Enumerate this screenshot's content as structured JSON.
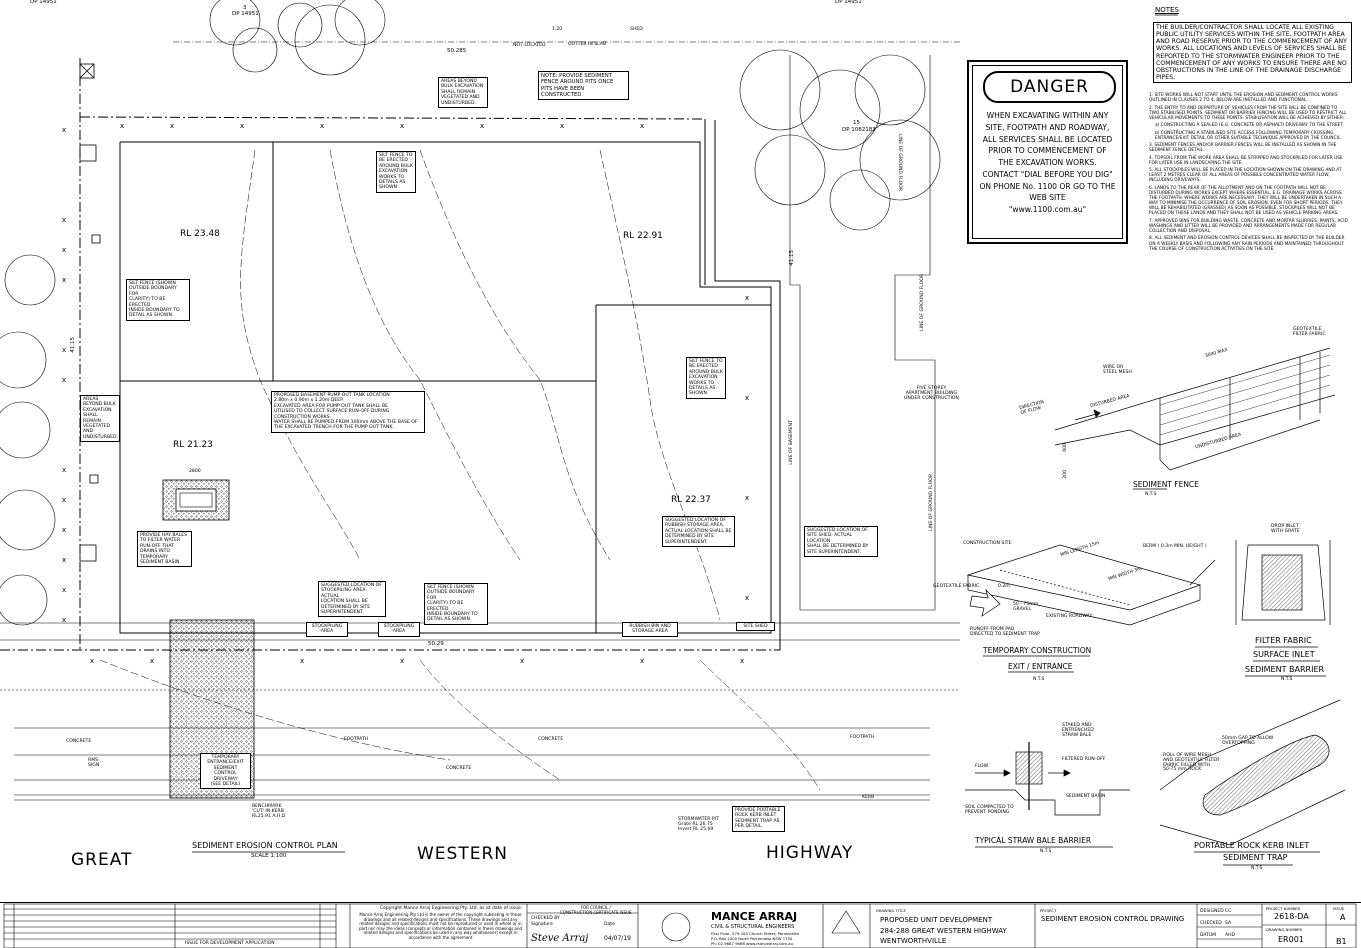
{
  "plan": {
    "title": "SEDIMENT EROSION CONTROL PLAN",
    "scale": "SCALE 1:100",
    "street": [
      "GREAT",
      "WESTERN",
      "HIGHWAY"
    ],
    "levels": [
      "RL 23.48",
      "RL 22.91",
      "RL 21.23",
      "RL 22.37"
    ],
    "dims": {
      "top": "50.285",
      "bottom": "50.29",
      "left": "41.15",
      "right": "41.15",
      "pit": "2800"
    },
    "lots": {
      "top_left": "DP 14951",
      "lot3": "3",
      "lot3_dp": "DP 14951",
      "top_right": "DP 14951",
      "lot15": "15",
      "lot15_dp": "DP 1082183"
    },
    "street_labels": {
      "concrete1": "CONCRETE",
      "footpath1": "FOOTPATH",
      "concrete2": "CONCRETE",
      "footpath2": "FOOTPATH",
      "concrete3": "CONCRETE",
      "kerb": "KERB",
      "rms_sign": "RMS\nSIGN",
      "gutter": "GUTTER IN SLAB",
      "not_located": "NOT LOCATED",
      "shed": "SHED",
      "pipe": "1.20"
    },
    "building": "FIVE STOREY\nAPARTMENT BUILDING\nUNDER CONSTRUCTION",
    "line_of_ground_floor": "LINE OF GROUND FLOOR",
    "line_of_basement": "LINE OF BASEMENT",
    "stormwater": "STORMWATER PIT\nGrate RL 26.75\nInvert RL 25.69",
    "benchmark": "BENCHMARK\n'CUT' IN KERB\nRL25.91 A.H.D",
    "notes": {
      "n1": "NOTE: PROVIDE SEDIMENT\nFENCE AROUND PITS ONCE\nPITS HAVE BEEN\nCONSTRUCTED.",
      "n2": "AREAS BEYOND\nBULK EXCAVATION\nSHALL REMAIN\nVEGETATED AND\nUNDISTURBED.",
      "n3": "SILT FENCE TO\nBE ERECTED\nAROUND BULK\nEXCAVATION\nWORKS TO\nDETAILS AS\nSHOWN",
      "n4": "SILT FENCE (SHOWN\nOUTSIDE BOUNDARY FOR\nCLARITY) TO BE ERECTED\nINSIDE BOUNDARY TO\nDETAIL AS SHOWN.",
      "n5": "AREAS\nBEYOND BULK\nEXCAVATION\nSHALL REMAIN\nVEGETATED\nAND\nUNDISTURBED.",
      "n6": "PROPOSED BASEMENT PUMP OUT TANK LOCATION\n2.80m x 0.90m x 1.20m DEEP.\nEXCAVATED AREA FOR PUMP OUT TANK SHALL BE\nUTILISED TO COLLECT SURFACE RUN-OFF DURING\nCONSTRUCTION WORKS.\nWATER SHALL BE PUMPED FROM 300mm ABOVE THE BASE OF\nTHE EXCAVATED TRENCH FOR THE PUMP OUT TANK.",
      "n7": "SILT FENCE TO\nBE ERECTED\nAROUND BULK\nEXCAVATION\nWORKS TO\nDETAILS AS\nSHOWN",
      "n8": "PROVIDE HAY BALES\nTO FILTER WATER\nRUN-OFF THAT\nDRAINS INTO\nTEMPORARY\nSEDIMENT BASIN",
      "n9": "SUGGESTED LOCATION OF\nRUBBISH STORAGE AREA.\nACTUAL LOCATION SHALL BE\nDETERMINED BY SITE\nSUPERINTENDENT.",
      "n10": "SUGGESTED LOCATION OF\nSITE SHED. ACTUAL LOCATION\nSHALL BE DETERMINED BY\nSITE SUPERINTENDENT.",
      "n11": "SUGGESTED LOCATION OF\nSTOCKPILING AREA. ACTUAL\nLOCATION SHALL BE\nDETERMINED BY SITE\nSUPERINTENDENT.",
      "n12": "SILT FENCE (SHOWN\nOUTSIDE BOUNDARY FOR\nCLARITY) TO BE ERECTED\nINSIDE BOUNDARY TO\nDETAIL AS SHOWN.",
      "n13": "PROVIDE PORTABLE\nROCK KERB INLET\nSEDIMENT TRAP AS\nPER DETAIL.",
      "n14": "TEMPORARY\nENTRANCE/EXIT\nSEDIMENT CONTROL\nDRIVEWAY\n(SEE DETAIL)"
    },
    "areas": {
      "stock1": "STOCKPILING\nAREA",
      "stock2": "STOCKPILING\nAREA",
      "rubbish": "RUBBISH BIN AND\nSTORAGE AREA",
      "shed": "SITE SHED"
    }
  },
  "danger": {
    "heading": "DANGER",
    "body": "WHEN EXCAVATING WITHIN ANY\nSITE, FOOTPATH AND ROADWAY,\nALL SERVICES SHALL BE LOCATED\nPRIOR TO COMMENCEMENT OF\nTHE EXCAVATION WORKS.\nCONTACT \"DIAL BEFORE YOU DIG\"\nON PHONE No. 1100 OR GO TO THE\nWEB SITE\n\"www.1100.com.au\""
  },
  "general_notes": {
    "heading": "NOTES",
    "intro": "THE BUILDER/CONTRACTOR SHALL LOCATE ALL EXISTING PUBLIC UTILITY SERVICES WITHIN THE SITE, FOOTPATH AREA AND ROAD RESERVE PRIOR TO THE COMMENCEMENT OF ANY WORKS. ALL LOCATIONS AND LEVELS OF SERVICES SHALL BE REPORTED TO THE STORMWATER ENGINEER PRIOR TO THE COMMENCEMENT OF ANY WORKS TO ENSURE THERE ARE NO OBSTRUCTIONS IN THE LINE OF THE DRAINAGE DISCHARGE PIPES.",
    "items": [
      "1. SITE WORKS WILL NOT START UNTIL THE EROSION AND SEDIMENT CONTROL WORKS OUTLINED IN CLAUSES 2 TO 4, BELOW ARE INSTALLED AND FUNCTIONAL.",
      "2. THE ENTRY TO AND DEPARTURE OF VEHICLES FROM THE SITE WILL BE CONFINED TO TWO STABILISED POINTS. SEDIMENT OR BARRIER FENCING WILL BE USED TO RESTRICT ALL VEHICULAR MOVEMENTS TO THESE POINTS. STABILISATION WILL BE ACHIEVED BY EITHER:",
      "a) CONSTRUCTING A SEALED (E.G. CONCRETE OR ASPHALT) DRIVEWAY TO THE STREET.",
      "b) CONSTRUCTING A STABILISED SITE ACCESS FOLLOWING TEMPORARY CROSSING ENTRANCE/EXIT DETAIL OR OTHER SUITABLE TECHNIQUE APPROVED BY THE COUNCIL.",
      "3. SEDIMENT FENCES AND/OR BARRIER FENCES WILL BE INSTALLED AS SHOWN IN THE SEDIMENT FENCE DETAIL.",
      "4. TOPSOIL FROM THE WORK AREA SHALL BE STRIPPED AND STOCKPILED FOR LATER USE FOR LATER USE IN LANDSCAPING THE SITE.",
      "5. ALL STOCKPILES WILL BE PLACED IN THE LOCATION SHOWN ON THE DRAWING AND AT LEAST 2 METRES CLEAR OF ALL AREAS OF POSSIBLE CONCENTRATED WATER FLOW, INCLUDING DRIVEWAYS.",
      "6. LANDS TO THE REAR OF THE ALLOTMENT AND ON THE FOOTPATH WILL NOT BE DISTURBED DURING WORKS EXCEPT WHERE ESSENTIAL, E.G. DRAINAGE WORKS ACROSS THE FOOTPATH. WHERE WORKS ARE NECESSARY, THEY WILL BE UNDERTAKEN IN SUCH A WAY TO MINIMISE THE OCCURRENCE OF SOIL EROSION, EVEN FOR SHORT PERIODS. THEY WILL BE REHABILITATED (GRASSED) AS SOON AS POSSIBLE. STOCKPILES WILL NOT BE PLACED ON THESE LANDS AND THEY SHALL NOT BE USED AS VEHICLE PARKING AREAS.",
      "7. APPROVED BINS FOR BUILDING WASTE, CONCRETE AND MORTAR SLURRIES, PAINTS, ACID WASHINGS AND LITTER WILL BE PROVIDED AND ARRANGEMENTS MADE FOR REGULAR COLLECTION AND DISPOSAL.",
      "8. ALL SEDIMENT AND EROSION CONTROL DEVICES SHALL BE INSPECTED BY THE BUILDER ON A WEEKLY BASIS AND FOLLOWING ANY RAIN PERIODS AND MAINTAINED THROUGHOUT THE COURSE OF CONSTRUCTION ACTIVITIES ON THE SITE."
    ]
  },
  "details": {
    "fence_title": "SEDIMENT FENCE",
    "exit_title1": "TEMPORARY CONSTRUCTION",
    "exit_title2": "EXIT / ENTRANCE",
    "filter_title1": "FILTER FABRIC",
    "filter_title2": "SURFACE INLET",
    "filter_title3": "SEDIMENT BARRIER",
    "straw_title": "TYPICAL STRAW BALE BARRIER",
    "rock_title1": "PORTABLE ROCK KERB INLET",
    "rock_title2": "SEDIMENT TRAP",
    "nts": "N.T.S",
    "fence_labels": {
      "geo": "GEOTEXTILE\nFILTER FABRIC",
      "max": "3000 MAX",
      "mesh": "WIRE OR\nSTEEL MESH",
      "dist": "DISTURBED AREA",
      "dir": "DIRECTION\nOF FLOW",
      "undist": "UNDISTURBED AREA",
      "d200": "200",
      "d600": "600"
    },
    "exit_labels": {
      "site": "CONSTRUCTION SITE",
      "len": "MIN LENGTH 15m",
      "berm": "BERM ( 0.3m MIN. HEIGHT )",
      "width": "MIN WIDTH 3m",
      "fabric": "GEOTEXTILE FABRIC",
      "gravel": "50 - 75mm\nGRAVEL",
      "d": "0.2m",
      "road": "EXISTING ROADWAY",
      "runoff": "RUNOFF FROM PAD\nDIRECTED TO SEDIMENT TRAP"
    },
    "inlet_labels": {
      "drop": "DROP INLET\nWITH GRATE"
    },
    "straw_labels": {
      "bale": "STAKED AND\nENTRENCHED\nSTRAW BALE",
      "flow": "FLOW",
      "filtered": "FILTERED RUN-OFF",
      "basin": "SEDIMENT BASIN",
      "soil": "SOIL COMPACTED TO\nPREVENT PONDING"
    },
    "rock_labels": {
      "gap": "50mm GAP TO ALLOW\nOVERTOPPING",
      "roll": "ROLL OF WIRE MESH\nAND GEOTEXTILE FILTER\nFABRIC FILLED WITH\n50-75 mm ROCK"
    }
  },
  "title_block": {
    "issue": "ISSUE FOR DEVELOPMENT APPLICATION",
    "copyright_head": "Copyright Mance Arraj Engineering Pty. Ltd. as at date of issue.",
    "copyright": "Mance Arraj Engineering Pty Ltd is the owner of the copyright subsisting in these drawings and all related designs and specifications. These drawings and any related designs and specifications must not be reproduced or used in whole or in part nor may the ideas (concepts or information contained in these drawings and related designs and specifications be used in any way whatsoever) except in accordance with the agreement",
    "council": "FOR COUNCIL /\nCONSTRUCTION CERTIFICATE ISSUE",
    "checked_by": "CHECKED BY",
    "signature_label": "Signature",
    "signature": "Steve Arraj",
    "date_label": "Date",
    "date": "04/07/19",
    "company": "MANCE  ARRAJ",
    "company_sub": "CIVIL & STRUCTURAL ENGINEERS",
    "company_addr": "First Floor, 279-283 Church Street, Parramatta\nP.O. Box 2000  North Parramatta  NSW  1750\nPh: 02 9687 9666  www.mancearraj.com.au",
    "drawing_title_label": "DRAWING TITLE",
    "drawing_title": "PROPOSED UNIT DEVELOPMENT\n284-288 GREAT WESTERN HIGHWAY\nWENTWORTHVILLE",
    "project_label": "PROJECT",
    "project": "SEDIMENT EROSION CONTROL DRAWING",
    "designed": "DESIGNED",
    "designed_val": "CC",
    "checked": "CHECKED",
    "checked_val": "SA",
    "datum": "DATUM",
    "datum_val": "AHD",
    "project_number_label": "PROJECT NUMBER",
    "project_number": "2618-DA",
    "drawing_number_label": "DRAWING NUMBER",
    "drawing_number": "ER001",
    "issue_label": "ISSUE",
    "issue_val": "A",
    "sheet": "B1"
  }
}
